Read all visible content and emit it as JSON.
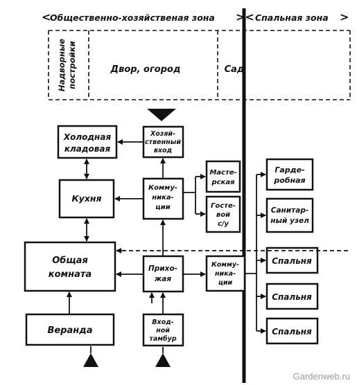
{
  "colors": {
    "ink": "#111111",
    "paper": "#ffffff",
    "watermark": "#9a9a9a"
  },
  "zones": {
    "social": "Общественно-хозяйственая зона",
    "sleeping": "Спальная зона"
  },
  "areas": {
    "outbuildings": [
      "Надворные",
      "постройки"
    ],
    "yard": "Двор, огород",
    "garden": "Сад"
  },
  "rooms": {
    "cold_storage": [
      "Холодная",
      "кладовая"
    ],
    "utility_entrance": [
      "Хозяй-",
      "ственный",
      "вход"
    ],
    "kitchen": "Кухня",
    "communications_1": [
      "Комму-",
      "ника-",
      "ции"
    ],
    "workshop": [
      "Масте-",
      "рская"
    ],
    "guest_wc": [
      "Госте-",
      "вой",
      "с/у"
    ],
    "wardrobe": [
      "Гарде-",
      "робная"
    ],
    "bathroom": [
      "Санитар-",
      "ный узел"
    ],
    "common_room": [
      "Общая",
      "комната"
    ],
    "hallway": [
      "Прихо-",
      "жая"
    ],
    "communications_2": [
      "Комму-",
      "ника-",
      "ции"
    ],
    "bedroom_1": "Спальня",
    "bedroom_2": "Спальня",
    "bedroom_3": "Спальня",
    "veranda": "Веранда",
    "entrance_vestibule": [
      "Вход-",
      "ной",
      "тамбур"
    ]
  },
  "watermark": "Gardenweb.ru"
}
